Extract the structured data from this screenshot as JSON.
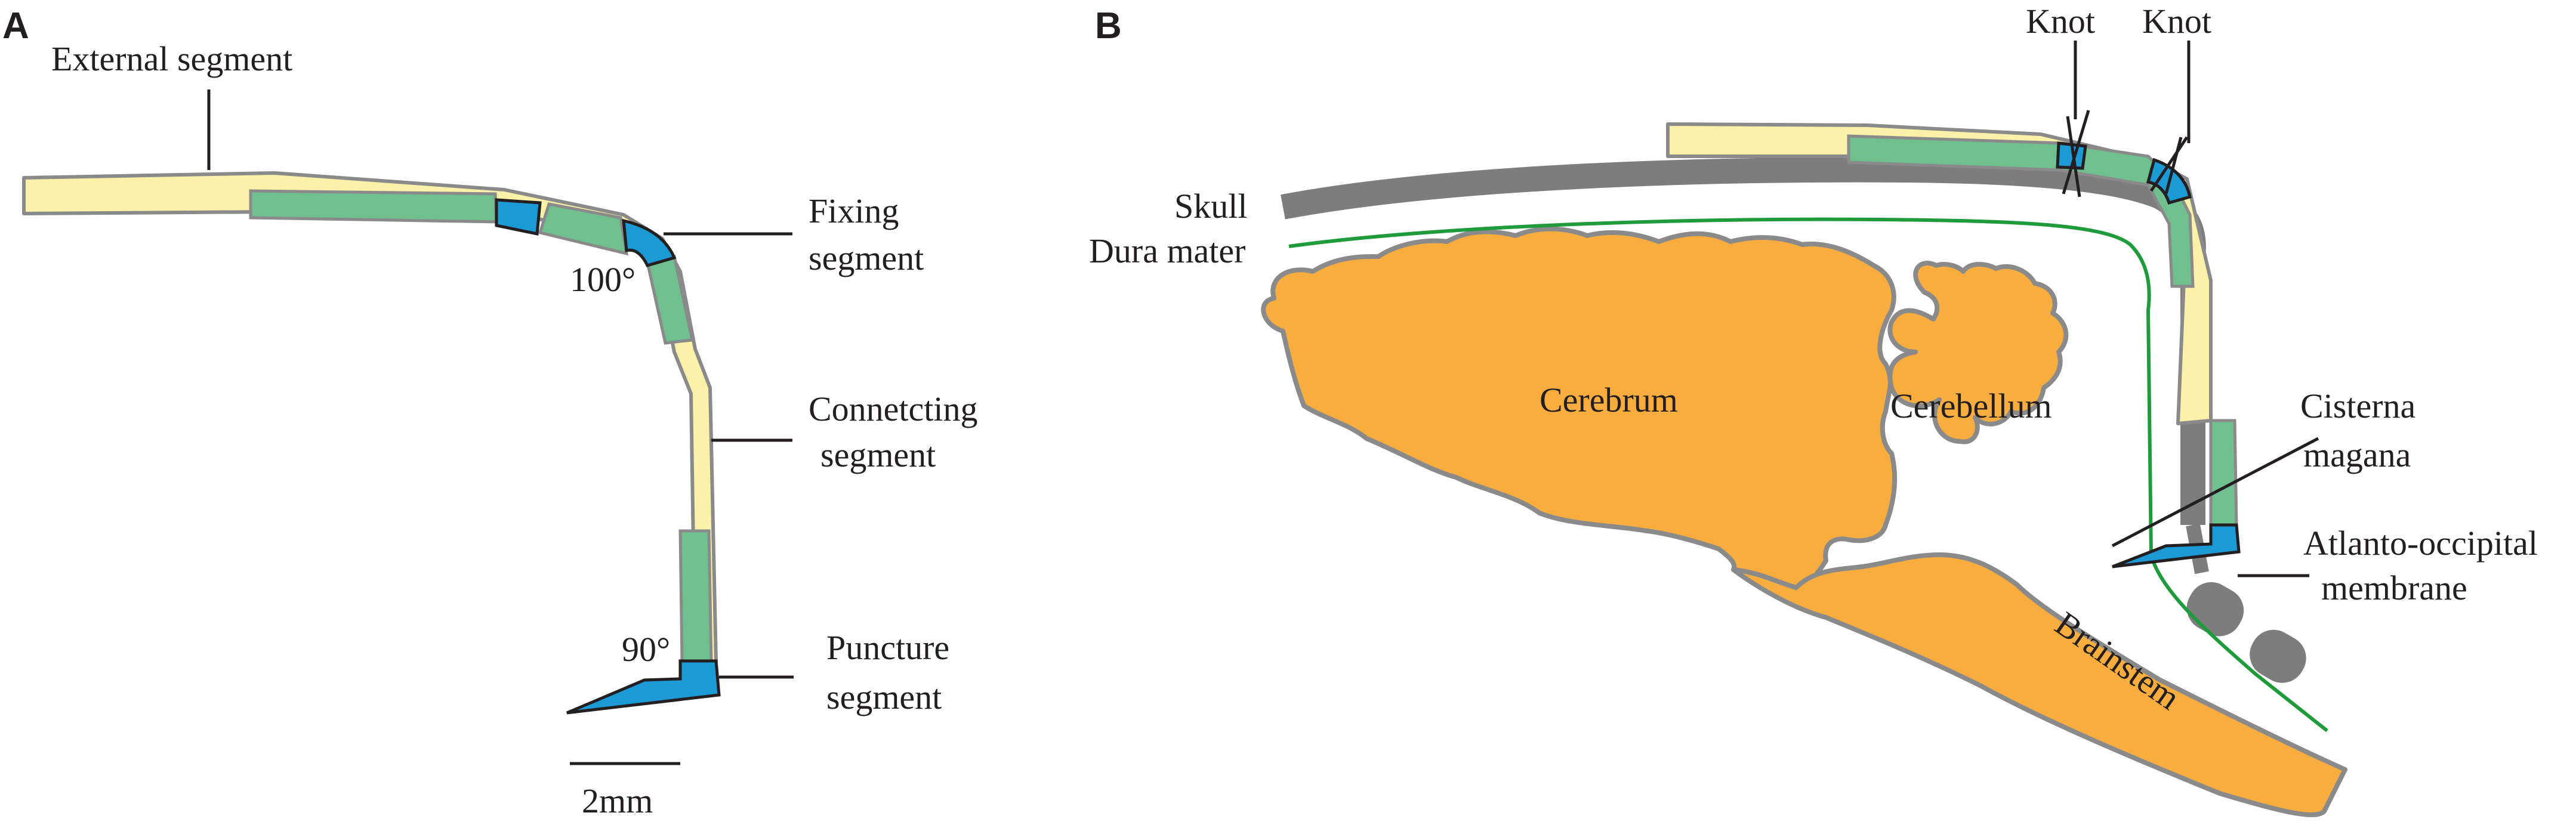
{
  "panel_a": {
    "letter": "A",
    "external_label": "External segment",
    "fixing_label_1": "Fixing",
    "fixing_label_2": "segment",
    "connecting_label_1": "Connetcting",
    "connecting_label_2": "segment",
    "puncture_label_1": "Puncture",
    "puncture_label_2": "segment",
    "angle_top": "100°",
    "angle_bottom": "90°",
    "scale_bar": "2mm"
  },
  "panel_b": {
    "letter": "B",
    "knot_1": "Knot",
    "knot_2": "Knot",
    "skull": "Skull",
    "dura": "Dura mater",
    "cerebrum": "Cerebrum",
    "cerebellum": "Cerebellum",
    "cisterna_1": "Cisterna",
    "cisterna_2": "magana",
    "membrane_1": "Atlanto-occipital",
    "membrane_2": "membrane",
    "brainstem": "Brainstem"
  },
  "colors": {
    "outer_tube": "#fbf1a9",
    "inner_tube": "#6fbf8f",
    "metal_tip": "#1c9ad6",
    "brain": "#f9ad3f",
    "skull": "#7d7d7e",
    "dura": "#1f9b3b"
  }
}
